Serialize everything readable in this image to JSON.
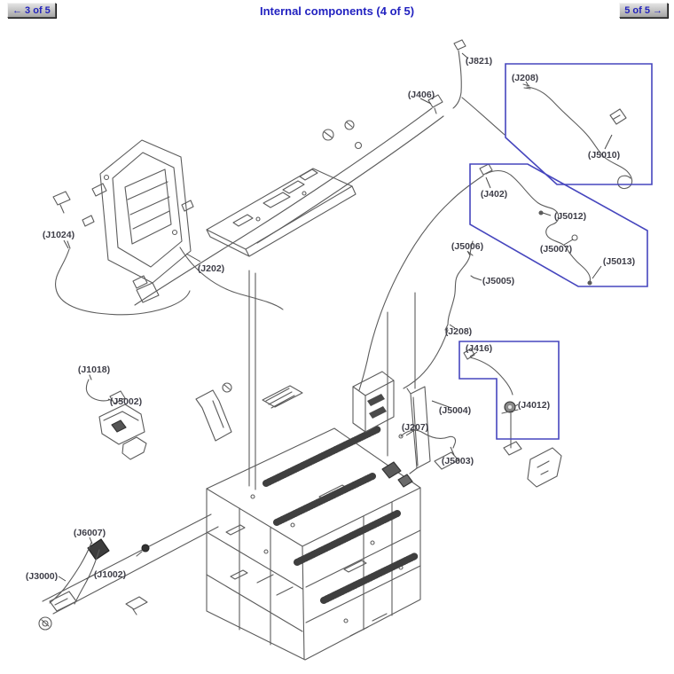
{
  "header": {
    "prev_button_label": "← 3 of 5",
    "title": "Internal components (4 of 5)",
    "next_button_label": "5 of 5 →"
  },
  "colors": {
    "title_text": "#2222c0",
    "button_text": "#2323bb",
    "callout_box_outline": "#4646be",
    "line_art": "#5c5c5c",
    "label_text": "#3e3e48"
  },
  "diagram": {
    "labels": [
      {
        "id": "J821",
        "text": "(J821)"
      },
      {
        "id": "J406",
        "text": "(J406)"
      },
      {
        "id": "J208-top",
        "text": "(J208)"
      },
      {
        "id": "J5010",
        "text": "(J5010)"
      },
      {
        "id": "J402",
        "text": "(J402)"
      },
      {
        "id": "J5012",
        "text": "(J5012)"
      },
      {
        "id": "J5007",
        "text": "(J5007)"
      },
      {
        "id": "J5013",
        "text": "(J5013)"
      },
      {
        "id": "J5006",
        "text": "(J5006)"
      },
      {
        "id": "J5005",
        "text": "(J5005)"
      },
      {
        "id": "J208-mid",
        "text": "(J208)"
      },
      {
        "id": "J416",
        "text": "(J416)"
      },
      {
        "id": "J4012",
        "text": "(J4012)"
      },
      {
        "id": "J5004",
        "text": "(J5004)"
      },
      {
        "id": "J207",
        "text": "(J207)"
      },
      {
        "id": "J5003",
        "text": "(J5003)"
      },
      {
        "id": "J1024",
        "text": "(J1024)"
      },
      {
        "id": "J202",
        "text": "(J202)"
      },
      {
        "id": "J1018",
        "text": "(J1018)"
      },
      {
        "id": "J5002",
        "text": "(J5002)"
      },
      {
        "id": "J6007",
        "text": "(J6007)"
      },
      {
        "id": "J3000",
        "text": "(J3000)"
      },
      {
        "id": "J1002",
        "text": "(J1002)"
      }
    ]
  }
}
